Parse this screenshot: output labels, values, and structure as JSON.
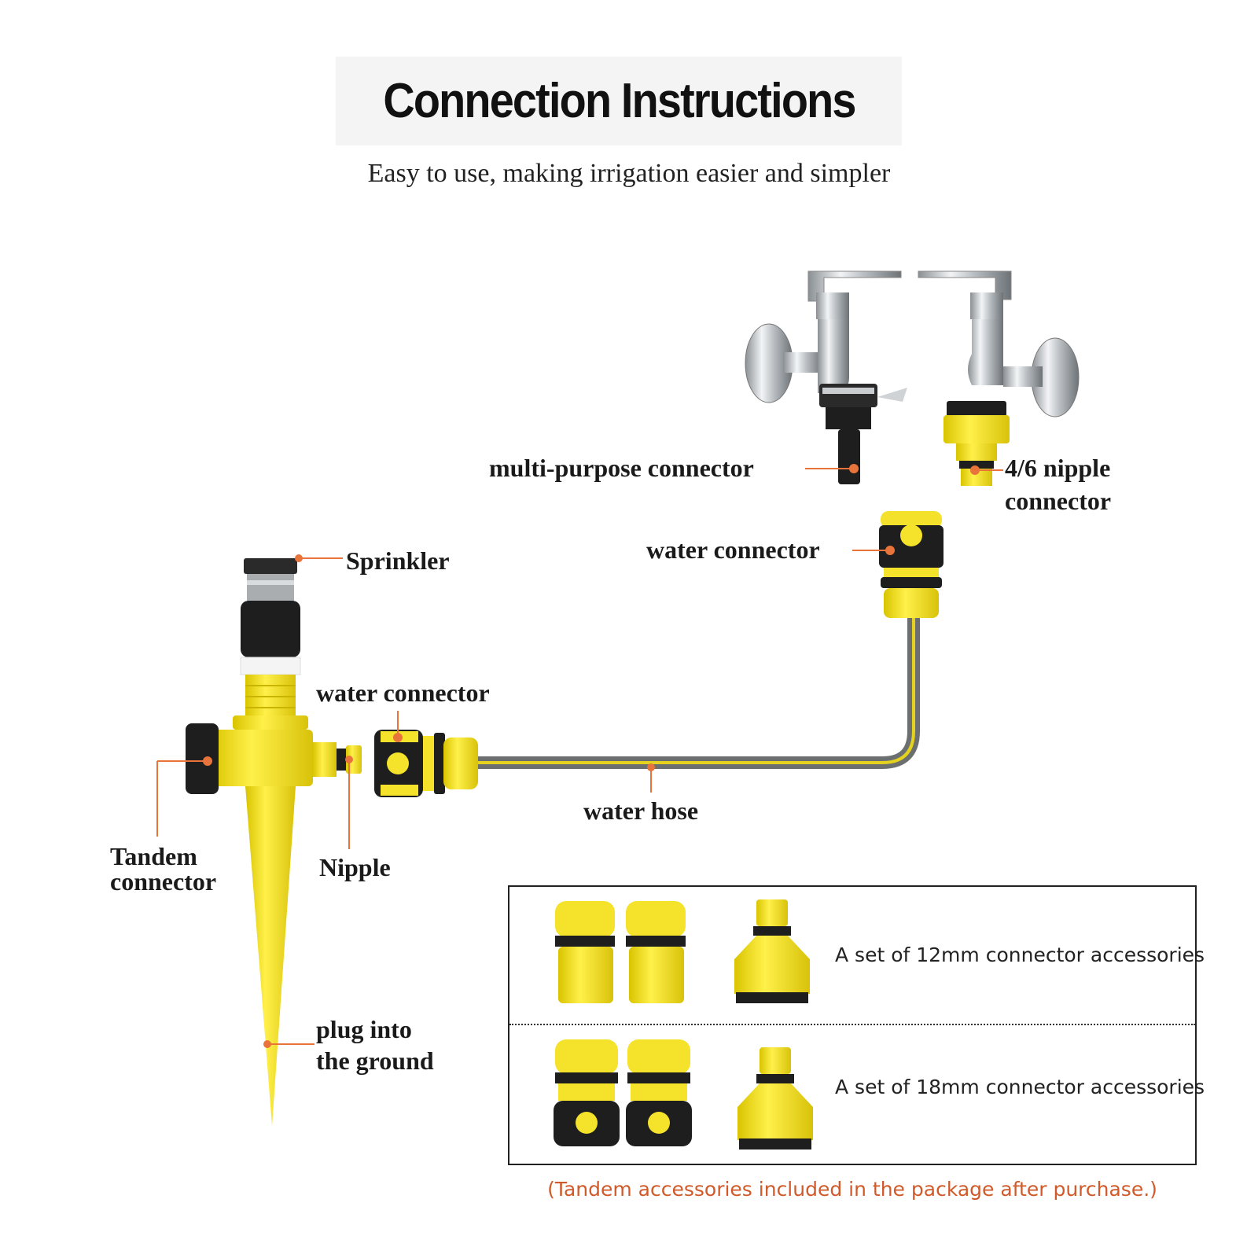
{
  "header": {
    "title": "Connection Instructions",
    "subtitle": "Easy to use, making irrigation easier and simpler"
  },
  "labels": {
    "multi_purpose": "multi-purpose connector",
    "nipple_46_line1": "4/6 nipple",
    "nipple_46_line2": "connector",
    "water_connector_top": "water connector",
    "sprinkler": "Sprinkler",
    "water_connector_mid": "water connector",
    "water_hose": "water hose",
    "tandem_line1": "Tandem",
    "tandem_line2": "connector",
    "nipple": "Nipple",
    "plug_line1": "plug into",
    "plug_line2": "the ground"
  },
  "accessories": {
    "set_12mm": "A set of 12mm connector accessories",
    "set_18mm": "A set of 18mm connector accessories",
    "footnote": "(Tandem accessories included in the package after purchase.)"
  },
  "colors": {
    "leader_line": "#e8743b",
    "product_yellow": "#f5e22a",
    "product_black": "#1e1e1e",
    "hose_grey": "#6b6f70",
    "footnote_text": "#d05a2a"
  }
}
